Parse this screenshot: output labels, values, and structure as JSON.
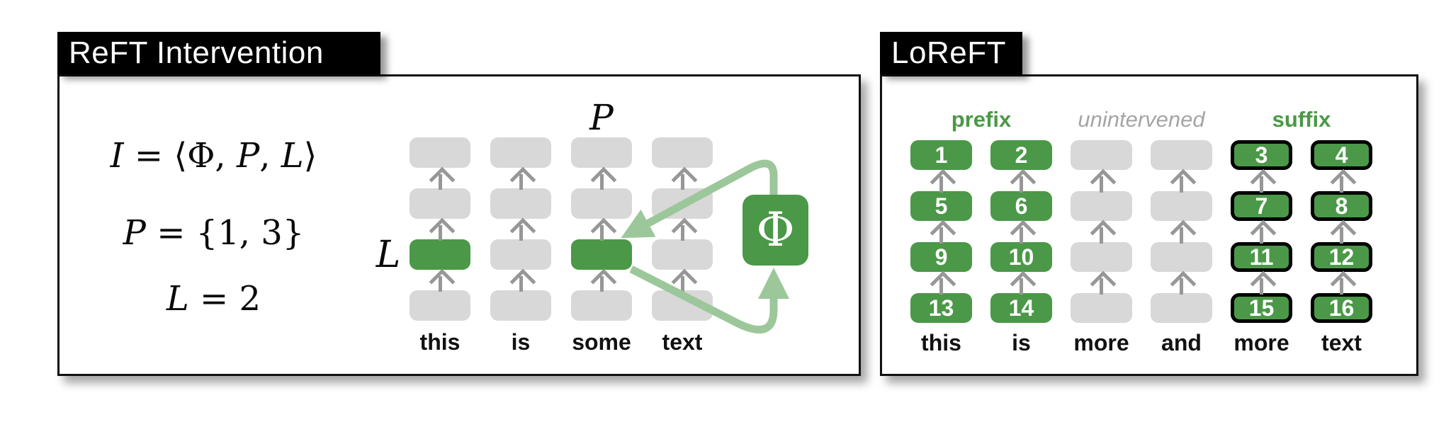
{
  "left_panel": {
    "title": "ReFT Intervention",
    "equations": {
      "line1": {
        "i": "I",
        "rel": " = ",
        "open": "⟨",
        "phi": "Φ",
        "comma1": ", ",
        "p": "P",
        "comma2": ", ",
        "l": "L",
        "close": "⟩"
      },
      "line2": {
        "p": "P",
        "rest": " = {1, 3}"
      },
      "line3": {
        "l": "L",
        "rest": " = 2"
      }
    },
    "p_label": "P",
    "l_label": "L",
    "phi_label": "Φ",
    "tokens": [
      "this",
      "is",
      "some",
      "text"
    ]
  },
  "right_panel": {
    "title": "LoReFT",
    "group_labels": {
      "prefix": "prefix",
      "unintervened": "unintervened",
      "suffix": "suffix"
    },
    "tokens": [
      "this",
      "is",
      "more",
      "and",
      "more",
      "text"
    ],
    "cells": {
      "col1": [
        "1",
        "5",
        "9",
        "13"
      ],
      "col2": [
        "2",
        "6",
        "10",
        "14"
      ],
      "col5": [
        "3",
        "7",
        "11",
        "15"
      ],
      "col6": [
        "4",
        "8",
        "12",
        "16"
      ]
    }
  },
  "colors": {
    "intervention_green": "#4b9848",
    "loop_arrow_light_green": "#9cc79a",
    "hidden_state_gray": "#d8d8d8",
    "arrow_gray": "#979797",
    "unintervened_label_gray": "#a5a5a5",
    "panel_border": "#111111",
    "title_bg": "#000000",
    "title_fg": "#ffffff"
  }
}
